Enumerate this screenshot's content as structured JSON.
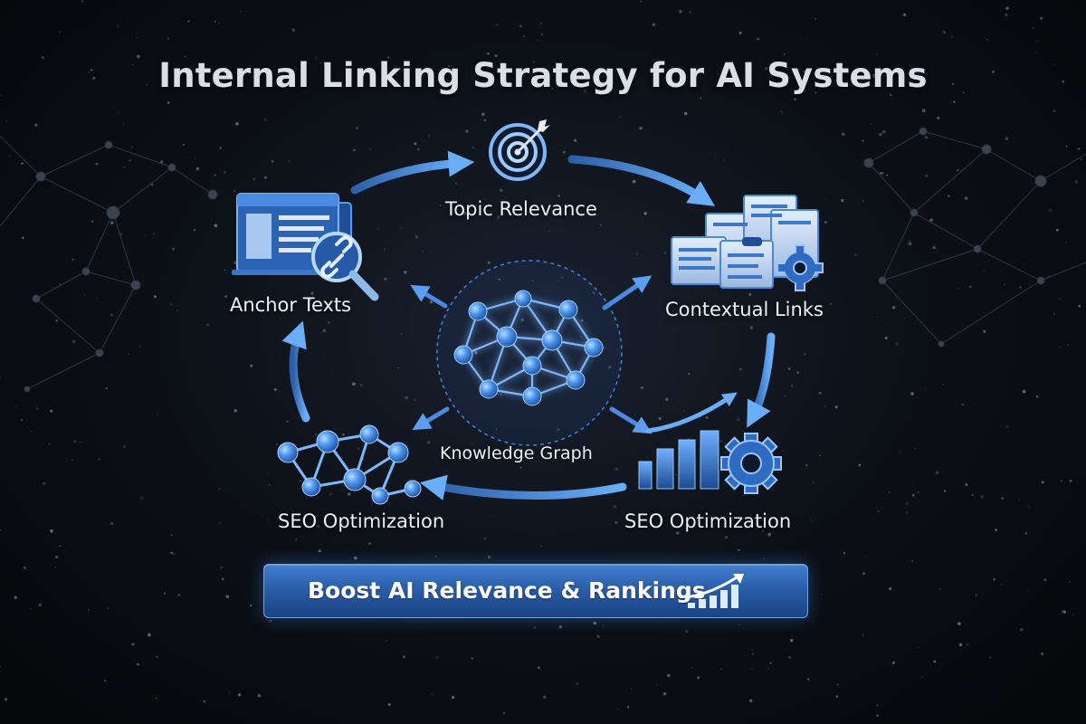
{
  "title": "Internal Linking Strategy for AI Systems",
  "nodes": {
    "topic_relevance": "Topic Relevance",
    "anchor_texts": "Anchor Texts",
    "contextual_links": "Contextual Links",
    "knowledge_graph": "Knowledge Graph",
    "seo_left": "SEO Optimization",
    "seo_right": "SEO Optimization"
  },
  "banner": {
    "text": "Boost AI Relevance & Rankings"
  },
  "icons": {
    "topic_relevance": "target-icon",
    "anchor_texts": "document-link-search-icon",
    "contextual_links": "documents-gear-icon",
    "knowledge_graph": "network-graph-icon",
    "seo_left": "network-nodes-icon",
    "seo_right": "bar-chart-gear-icon",
    "banner": "rising-chart-icon"
  },
  "colors": {
    "accent": "#4a90e8",
    "accent_light": "#8fc2ff",
    "background": "#0b0e14",
    "text": "#eef2f8",
    "banner": "#2a5ea8"
  }
}
